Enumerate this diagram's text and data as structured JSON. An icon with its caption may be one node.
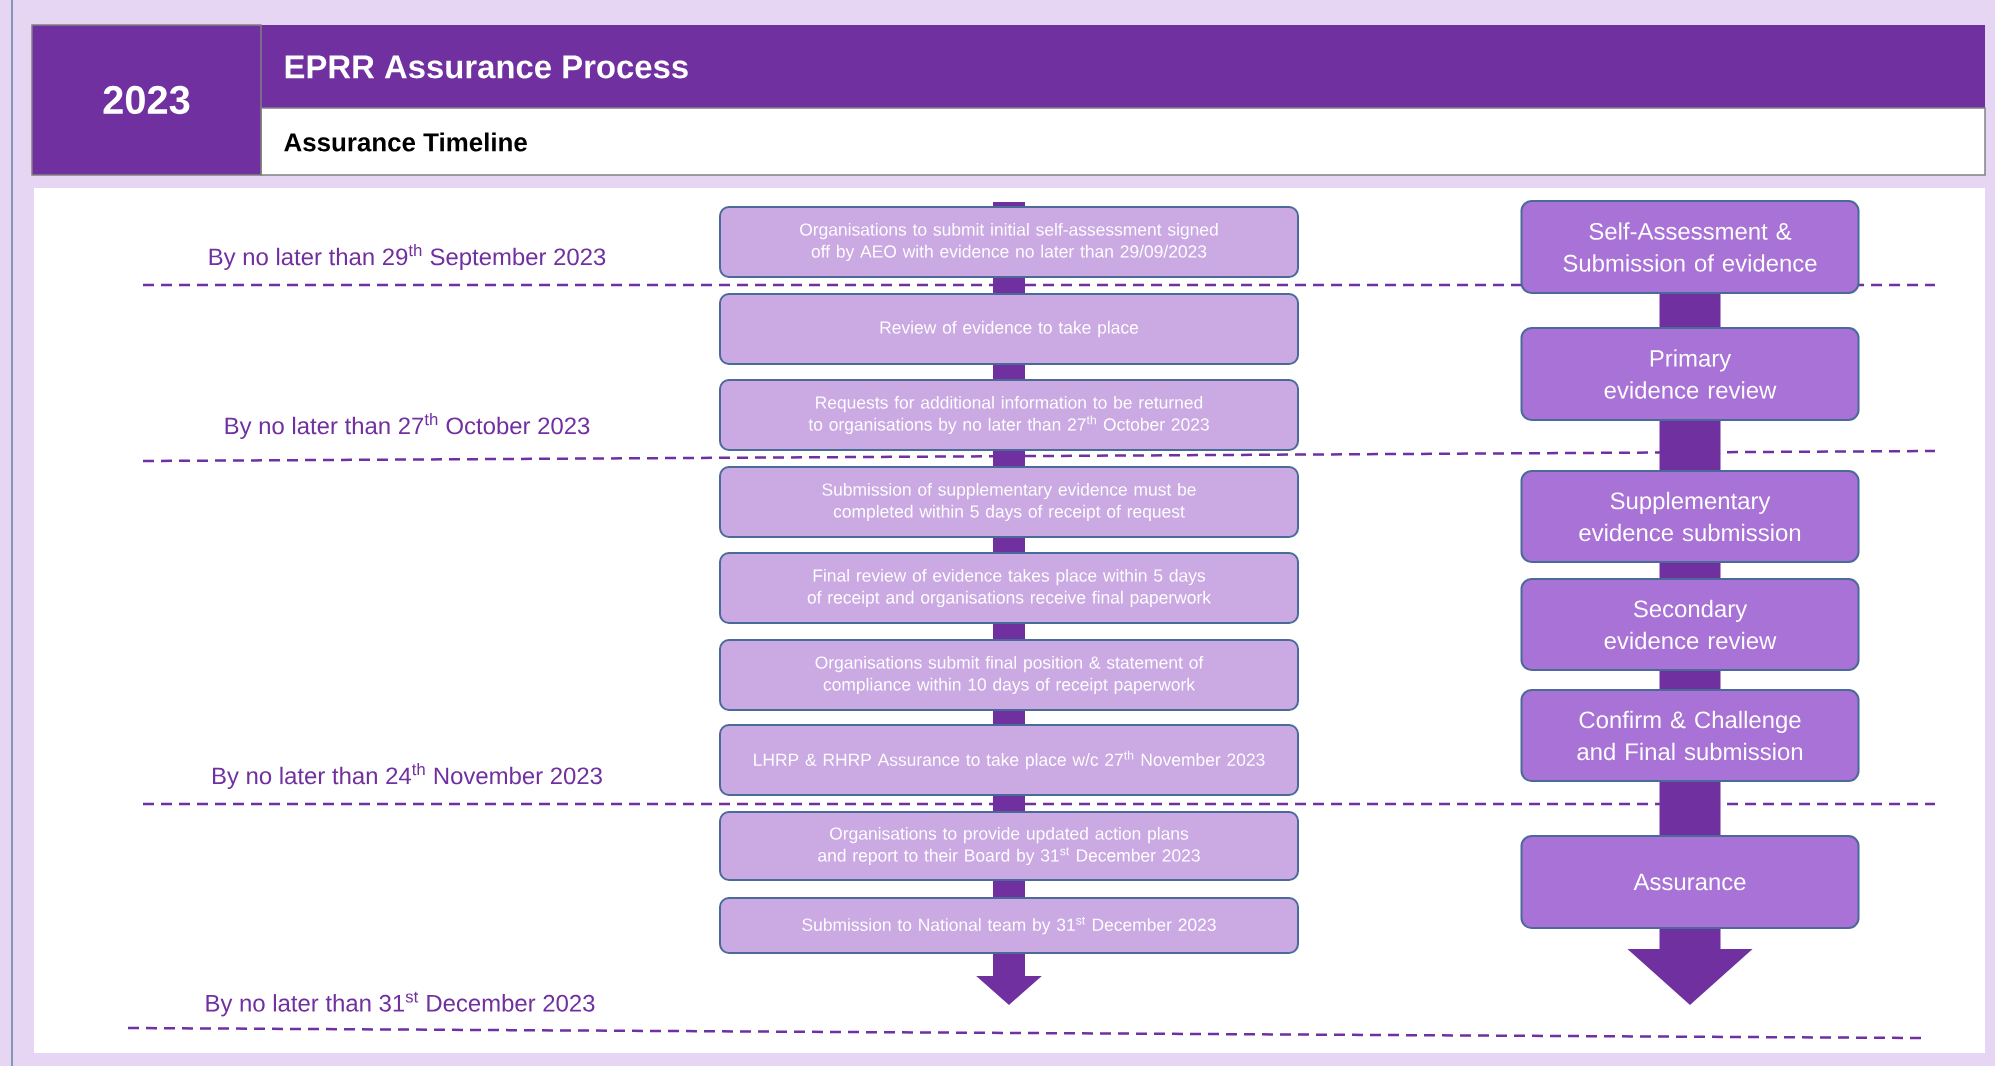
{
  "diagram": {
    "title": "EPRR Assurance Process",
    "nodes": [
      {
        "text": [
          "2023"
        ]
      },
      {
        "text": [
          "Organisations to submit initial self-assessment signed off by AEO with evidence no later than 29/09/2023"
        ]
      },
      {
        "text": [
          "Review of evidence to take place"
        ]
      },
      {
        "text": [
          "Requests for additional information to be returned to organisations by no later than 27$^{th}$ October 2023"
        ]
      },
      {
        "text": [
          "Submission of supplementary evidence must be completed within 5 days of receipt of request"
        ]
      },
      {
        "text": [
          "Final review of evidence takes place within 5 days of receipt and organisations receive final paperwork"
        ]
      },
      {
        "text": [
          "Organisations submit final position & statement of compliance within 10 days of receipt paperwork"
        ]
      },
      {
        "text": [
          "LHRP & RHRP Assurance to take place w/c 27$^{th}$ November 2023"
        ]
      },
      {
        "text": [
          "Organisations to provide updated action plans and report to their Board by 31$^{st}$ December 2023"
        ]
      },
      {
        "text": [
          "Submission to National team by 31$^{st}$ December 2023"
        ]
      },
      {
        "text": [
          "Self-Assessment & Submission of evidence"
        ]
      },
      {
        "text": [
          "Primary evidence review"
        ]
      },
      {
        "text": [
          "Supplementary evidence submission"
        ]
      },
      {
        "text": [
          "Secondary evidence review"
        ]
      },
      {
        "text": [
          "Confirm & Challenge and Final submission"
        ]
      },
      {
        "text": [
          "Assurance"
        ]
      }
    ],
    "edges": [
      {
        "from": null,
        "to": 1,
        "arrow": "none"
      },
      {
        "from": 1,
        "to": 2,
        "arrow": "none"
      },
      {
        "from": 2,
        "to": 3,
        "arrow": "none"
      },
      {
        "from": 3,
        "to": 4,
        "arrow": "none"
      },
      {
        "from": 4,
        "to": 5,
        "arrow": "none"
      },
      {
        "from": 5,
        "to": 6,
        "arrow": "none"
      },
      {
        "from": 6,
        "to": 7,
        "arrow": "none"
      },
      {
        "from": 7,
        "to": 8,
        "arrow": "none"
      },
      {
        "from": 8,
        "to": 9,
        "arrow": "none"
      },
      {
        "from": 9,
        "to": null,
        "arrow": "to"
      },
      {
        "from": 10,
        "to": 11,
        "arrow": "none",
        "style": "thick"
      },
      {
        "from": 11,
        "to": 12,
        "arrow": "none",
        "style": "thick"
      },
      {
        "from": 12,
        "to": 13,
        "arrow": "none",
        "style": "thick"
      },
      {
        "from": 13,
        "to": 14,
        "arrow": "none",
        "style": "thick"
      },
      {
        "from": 14,
        "to": 15,
        "arrow": "none",
        "style": "thick"
      },
      {
        "from": 15,
        "to": null,
        "arrow": "to",
        "style": "thick"
      }
    ],
    "labels": [
      "Assurance Timeline",
      "By no later than 29$^{th}$ September 2023",
      "By no later than 27$^{th}$ October 2023",
      "By no later than 24$^{th}$ November 2023",
      "By no later than 31$^{st}$ December 2023"
    ]
  }
}
